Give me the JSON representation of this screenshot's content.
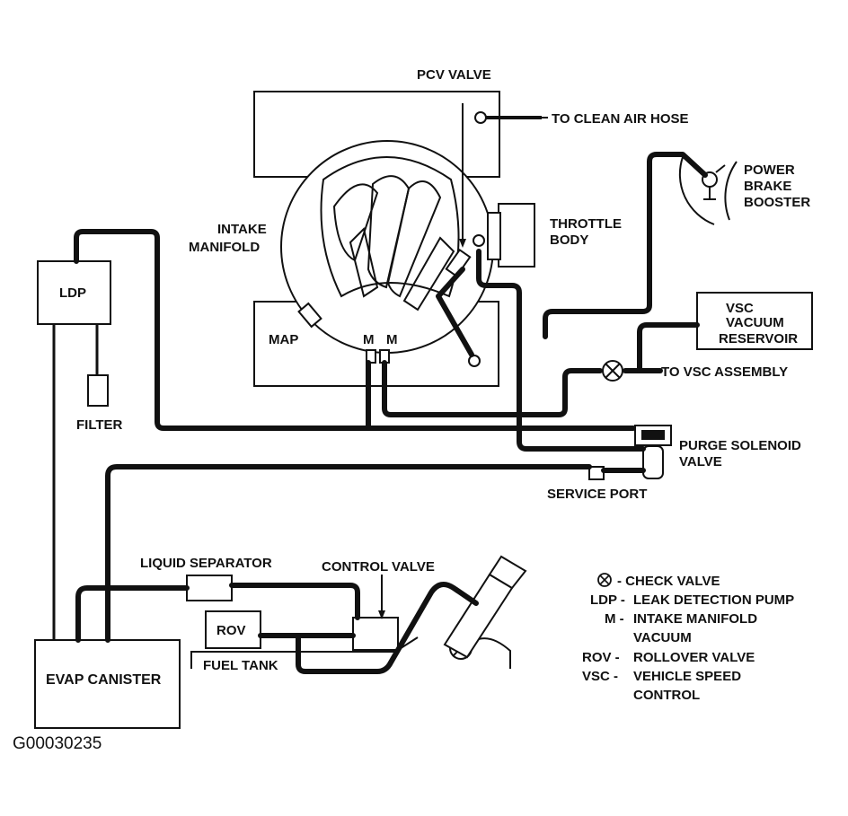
{
  "labels": {
    "pcv_valve": "PCV VALVE",
    "to_clean_air_hose": "TO CLEAN AIR HOSE",
    "power": "POWER",
    "brake": "BRAKE",
    "booster": "BOOSTER",
    "intake": "INTAKE",
    "manifold": "MANIFOLD",
    "throttle": "THROTTLE",
    "body": "BODY",
    "ldp": "LDP",
    "map": "MAP",
    "m1": "M",
    "m2": "M",
    "vsc_line1": "VSC",
    "vsc_line2": "VACUUM",
    "vsc_line3": "RESERVOIR",
    "to_vsc_assembly": "TO VSC ASSEMBLY",
    "filter": "FILTER",
    "purge_line1": "PURGE SOLENOID",
    "purge_line2": "VALVE",
    "service_port": "SERVICE PORT",
    "liquid_separator": "LIQUID SEPARATOR",
    "control_valve": "CONTROL VALVE",
    "rov": "ROV",
    "fuel_tank": "FUEL TANK",
    "evap_canister": "EVAP CANISTER",
    "figure_code": "G00030235"
  },
  "legend": [
    {
      "key": "- CHECK VALVE",
      "desc": ""
    },
    {
      "key": "LDP -",
      "desc": "LEAK DETECTION PUMP"
    },
    {
      "key": "M -",
      "desc": "INTAKE MANIFOLD"
    },
    {
      "key": "",
      "desc": "VACUUM"
    },
    {
      "key": "ROV -",
      "desc": "ROLLOVER VALVE"
    },
    {
      "key": "VSC -",
      "desc": "VEHICLE SPEED"
    },
    {
      "key": "",
      "desc": "CONTROL"
    }
  ]
}
